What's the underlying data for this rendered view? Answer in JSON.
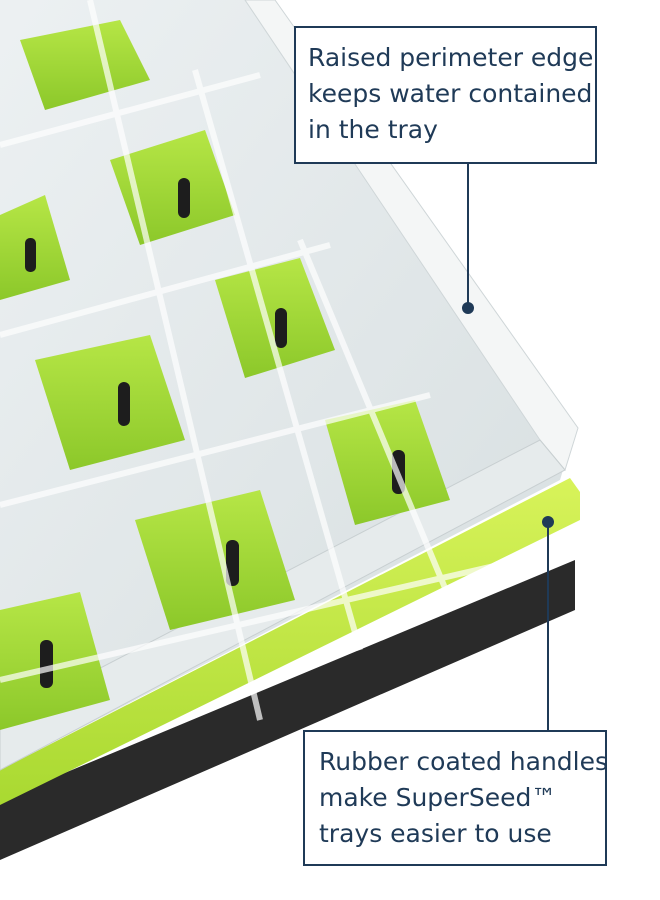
{
  "callouts": {
    "top": {
      "lines": [
        "Raised perimeter edge",
        "keeps water contained",
        "in the tray"
      ]
    },
    "bottom": {
      "lines": [
        "Rubber coated handles",
        "make SuperSeed™",
        "trays easier to use"
      ]
    }
  },
  "colors": {
    "callout_border": "#1f3a57",
    "callout_text": "#1f3a57",
    "pot_green": "#9bd22e",
    "rim_green": "#c5ea3e",
    "tray_black": "#2a2a2a"
  }
}
